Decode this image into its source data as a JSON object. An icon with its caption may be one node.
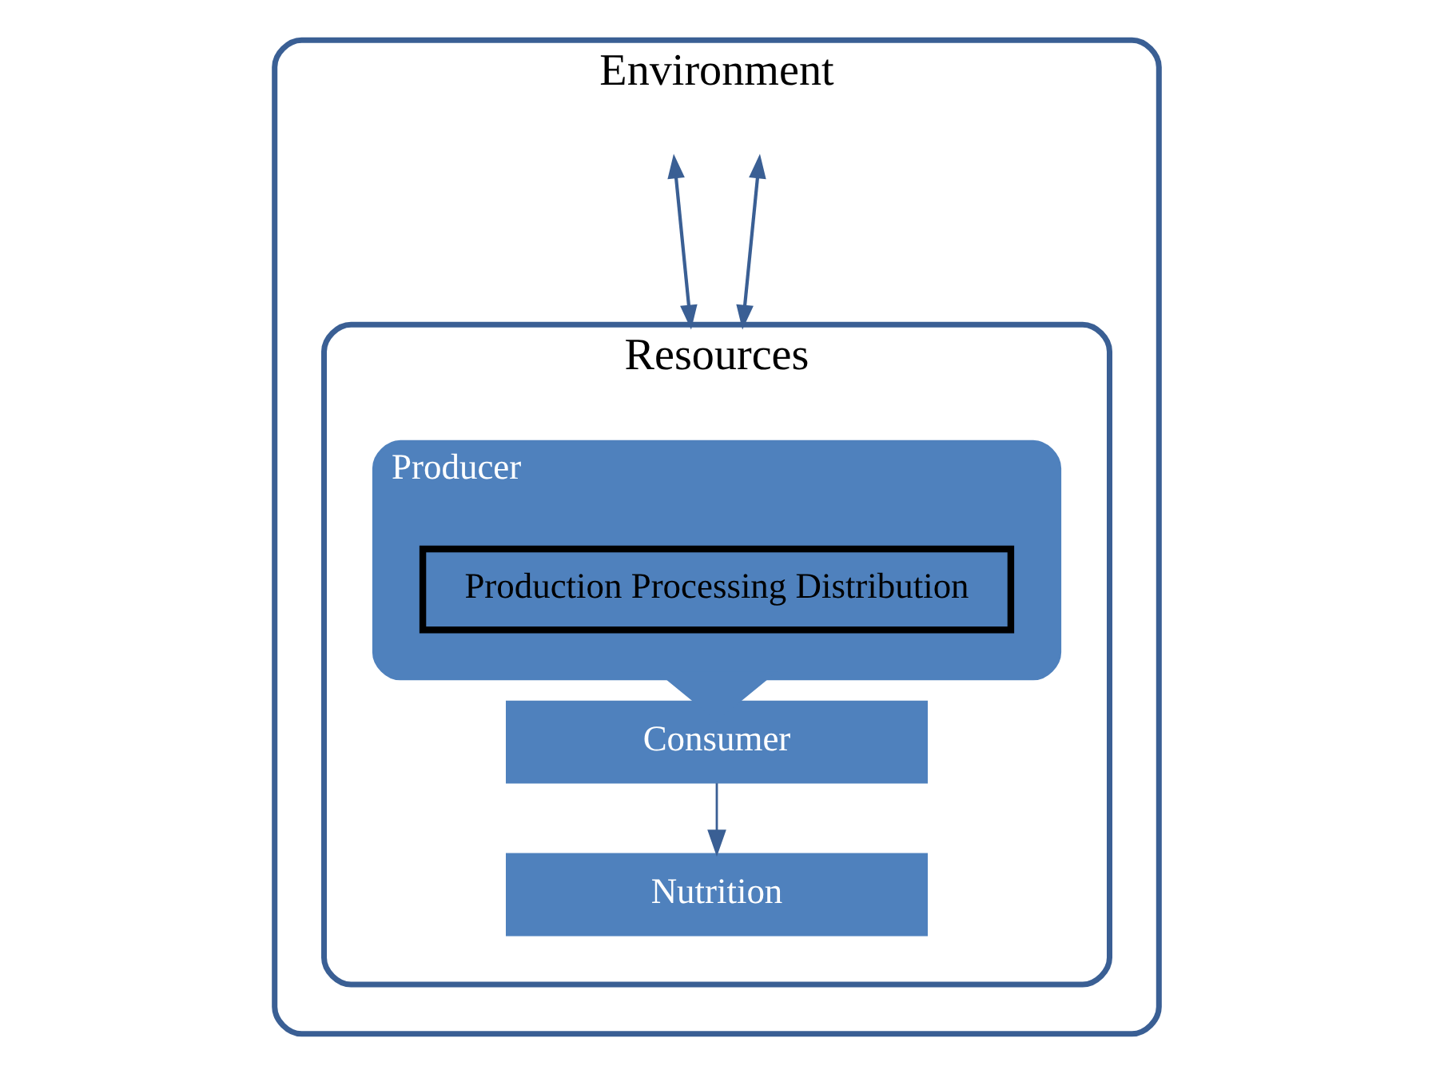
{
  "diagram": {
    "nodes": [
      {
        "text": [
          "Environment"
        ]
      },
      {
        "text": [
          "Resources"
        ],
        "in": 0
      },
      {
        "text": [
          "Producer"
        ],
        "in": 1
      },
      {
        "text": [
          "Production Processing Distribution"
        ],
        "in": 2
      },
      {
        "text": [
          "Consumer"
        ],
        "in": 1
      },
      {
        "text": [
          "Nutrition"
        ],
        "in": 1
      }
    ],
    "edges": [
      {
        "from": 2,
        "to": 4,
        "arrow": "to",
        "style": "thick"
      },
      {
        "from": 4,
        "to": 5,
        "arrow": "to"
      },
      {
        "from": null,
        "to": 1,
        "arrow": "both"
      },
      {
        "from": null,
        "to": 1,
        "arrow": "both"
      }
    ]
  }
}
